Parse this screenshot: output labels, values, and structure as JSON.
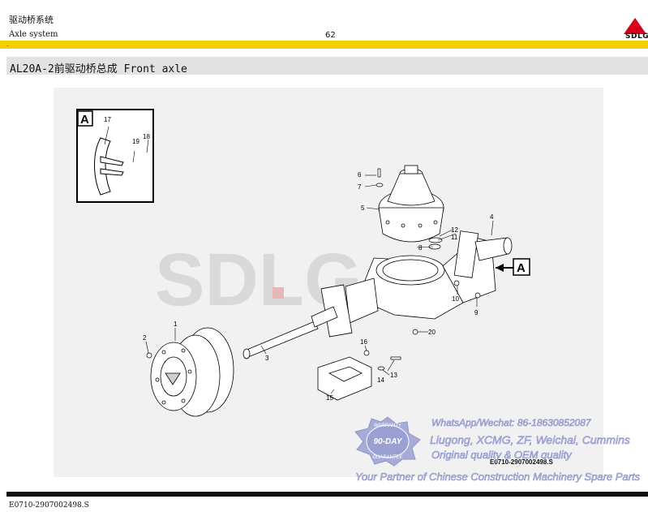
{
  "header": {
    "title_cn": "驱动桥系统",
    "title_en": "Axle system",
    "page_number": "62",
    "brand": "SDLG",
    "dot": "."
  },
  "section": {
    "title": "AL20A-2前驱动桥总成 Front axle"
  },
  "diagram": {
    "callouts": [
      "1",
      "2",
      "3",
      "4",
      "5",
      "6",
      "7",
      "8",
      "9",
      "10",
      "11",
      "12",
      "13",
      "14",
      "15",
      "16",
      "17",
      "18",
      "19",
      "20"
    ],
    "inset_tag": "A",
    "view_tag": "A",
    "drawing_code": "E0710-2907002498.S",
    "background_watermark": "SDLG"
  },
  "watermark": {
    "seal_top": "WARRANTY",
    "seal_center": "90-DAY",
    "seal_bottom": "GUARANTEE",
    "contact": "WhatsApp/Wechat: 86-18630852087",
    "brands": "Liugong, XCMG, ZF, Weichai, Cummins",
    "quality": "Original quality & OEM quality",
    "tagline": "Your Partner of Chinese Construction Machinery Spare Parts"
  },
  "footer": {
    "code": "E0710-2907002498.S"
  },
  "colors": {
    "header_bar": "#f5d000",
    "title_band": "#e2e2e2",
    "footer_bar": "#111111",
    "watermark": "#8f95c9"
  }
}
